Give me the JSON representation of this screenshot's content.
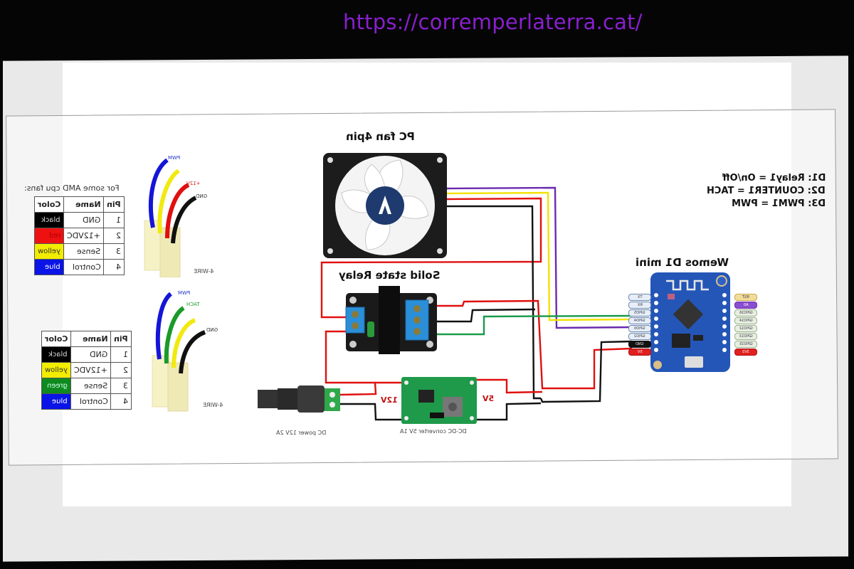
{
  "browser": {
    "url": "https://corremperlaterra.cat/"
  },
  "diagram": {
    "mirrored": true,
    "left_notes": {
      "amd_note": "For some AMD cpu fans:",
      "table1": {
        "headers": [
          "Pin",
          "Name",
          "Color"
        ],
        "rows": [
          {
            "pin": "1",
            "name": "GND",
            "color": "black",
            "hex": "#000000"
          },
          {
            "pin": "2",
            "name": "+12VDC",
            "color": "red",
            "hex": "#ee1111"
          },
          {
            "pin": "3",
            "name": "Sense",
            "color": "yellow",
            "hex": "#f2ec00"
          },
          {
            "pin": "4",
            "name": "Control",
            "color": "blue",
            "hex": "#0a14e6"
          }
        ]
      },
      "table2": {
        "headers": [
          "Pin",
          "Name",
          "Color"
        ],
        "rows": [
          {
            "pin": "1",
            "name": "GND",
            "color": "black",
            "hex": "#000000"
          },
          {
            "pin": "2",
            "name": "+12VDC",
            "color": "yellow",
            "hex": "#f2ec00"
          },
          {
            "pin": "3",
            "name": "Sense",
            "color": "green",
            "hex": "#0f8a1e"
          },
          {
            "pin": "4",
            "name": "Control",
            "color": "blue",
            "hex": "#0a14e6"
          }
        ]
      },
      "connector1": {
        "caption": "4-WIRE",
        "wire_labels": [
          "PWM",
          "",
          "+12V",
          "GND"
        ]
      },
      "connector2": {
        "caption": "4-WIRE",
        "wire_labels": [
          "PWM",
          "TACH",
          "",
          "GND"
        ]
      }
    },
    "fan": {
      "title": "PC fan 4pin",
      "hub_brand": "ARCTIC"
    },
    "relay": {
      "title": "Solid state Relay"
    },
    "power": {
      "dc_jack_caption": "DC power 12V 2A",
      "converter_caption": "DC-DC converter 5V 1A",
      "input_label": "12V",
      "output_label": "5V"
    },
    "wemos": {
      "title": "Wemos D1 mini",
      "left_pins": [
        "TX",
        "RX",
        "GPIO5",
        "GPIO4",
        "GPIO0",
        "GPIO2",
        "GND",
        "5V"
      ],
      "right_pins": [
        "RST",
        "A0",
        "GPIO16",
        "GPIO14",
        "GPIO12",
        "GPIO13",
        "GPIO15",
        "3V3"
      ]
    },
    "pin_legend": [
      "D1: Relay1 = On/Off",
      "D2: COUNTER1 = TACH",
      "D3: PWM1 = PWM"
    ],
    "wire_colors": {
      "red": "#e01010",
      "black": "#111111",
      "yellow": "#f2e200",
      "purple": "#6a2bb0",
      "green": "#1a9a4a",
      "blue": "#0a14e6"
    }
  }
}
